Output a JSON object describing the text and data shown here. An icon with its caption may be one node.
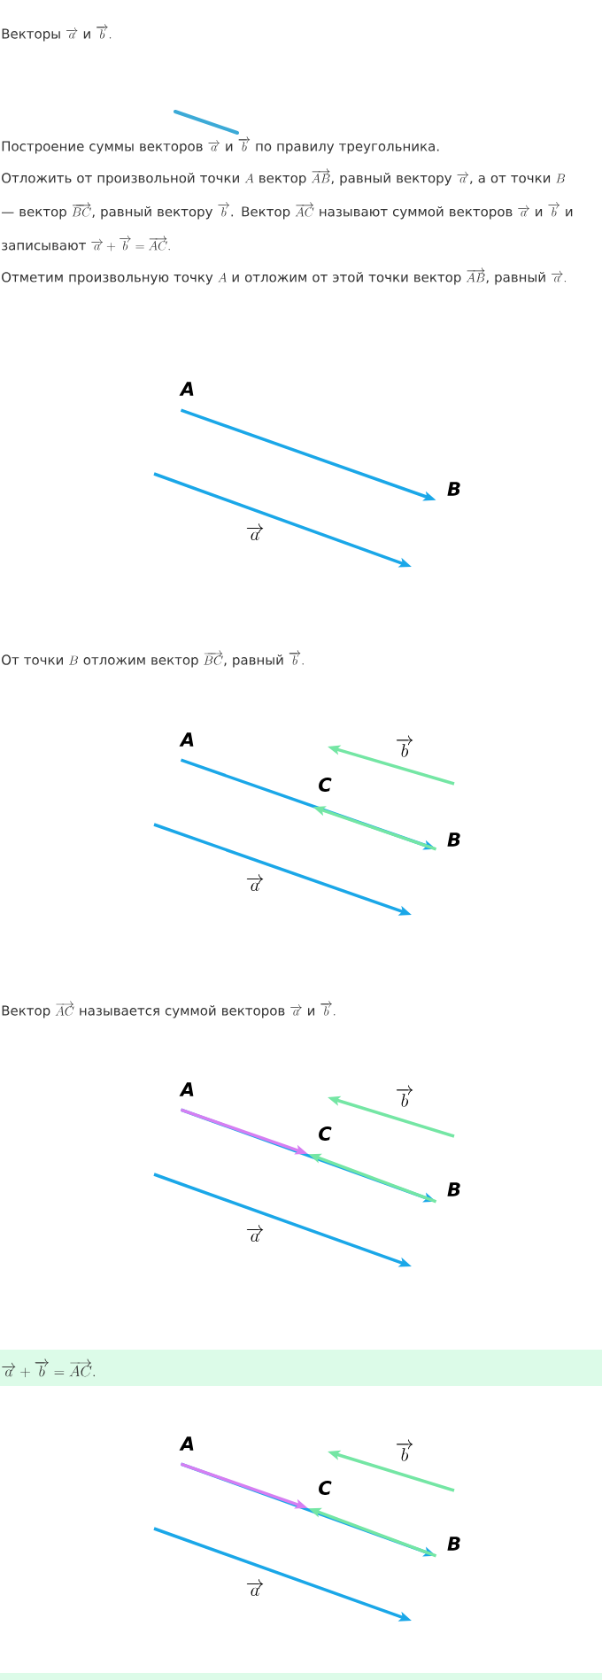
{
  "diagram": {
    "nodes": [
      {
        "text": [
          "A"
        ]
      },
      {
        "text": [
          "B"
        ]
      },
      {
        "text": [
          "A"
        ]
      },
      {
        "text": [
          "C"
        ]
      },
      {
        "text": [
          "B"
        ]
      },
      {
        "text": [
          "A"
        ]
      },
      {
        "text": [
          "C"
        ]
      },
      {
        "text": [
          "B"
        ]
      },
      {
        "text": [
          "A"
        ]
      },
      {
        "text": [
          "C"
        ]
      },
      {
        "text": [
          "B"
        ]
      }
    ],
    "edges": [
      {
        "from": 0,
        "to": 1,
        "arrow": "to"
      },
      {
        "from": 2,
        "to": 4,
        "arrow": "to"
      },
      {
        "from": 4,
        "to": 3,
        "arrow": "to",
        "color": "#74e6a4"
      },
      {
        "from": 5,
        "to": 7,
        "arrow": "to"
      },
      {
        "from": 5,
        "to": 6,
        "arrow": "to",
        "color": "#d67ef2"
      },
      {
        "from": 7,
        "to": 6,
        "arrow": "to",
        "color": "#74e6a4"
      },
      {
        "from": 8,
        "to": 10,
        "arrow": "to"
      },
      {
        "from": 8,
        "to": 9,
        "arrow": "to",
        "color": "#d67ef2"
      },
      {
        "from": 10,
        "to": 9,
        "arrow": "to",
        "color": "#74e6a4"
      }
    ],
    "labels": [
      "Векторы",
      "\\overrightarrow{a}",
      "и",
      "\\overrightarrow{b}.",
      "Построение суммы векторов",
      "\\overrightarrow{a}",
      "и",
      "\\overrightarrow{b}",
      "по правилу треугольника.",
      "Отложить от произвольной точки",
      "A",
      "вектор",
      "\\overrightarrow{AB}",
      ", равный вектору",
      "\\overrightarrow{a}",
      ", а от точки",
      "B",
      "— вектор",
      "\\overrightarrow{BC}",
      ", равный вектору",
      "\\overrightarrow{b}",
      ". Вектор",
      "\\overrightarrow{AC}",
      "называют суммой векторов",
      "\\overrightarrow{a}",
      "и",
      "\\overrightarrow{b}",
      "и записывают",
      "\\overrightarrow{a}+\\overrightarrow{b}=\\overrightarrow{AC}.",
      "Отметим произвольную точку",
      "A",
      "и отложим от этой точки вектор",
      "\\overrightarrow{AB}",
      ", равный",
      "\\overrightarrow{a}.",
      "\\overrightarrow{a}",
      "От точки",
      "B",
      "отложим вектор",
      "\\overrightarrow{BC}",
      ", равный",
      "\\overrightarrow{b}.",
      "\\overrightarrow{b}",
      "\\overrightarrow{a}",
      "Вектор",
      "\\overrightarrow{AC}",
      "называется суммой векторов",
      "\\overrightarrow{a}",
      "и",
      "\\overrightarrow{b}.",
      "\\overrightarrow{b}",
      "\\overrightarrow{a}",
      "\\overrightarrow{a}+\\overrightarrow{b}=\\overrightarrow{AC}.",
      "\\overrightarrow{b}",
      "\\overrightarrow{a}"
    ]
  }
}
